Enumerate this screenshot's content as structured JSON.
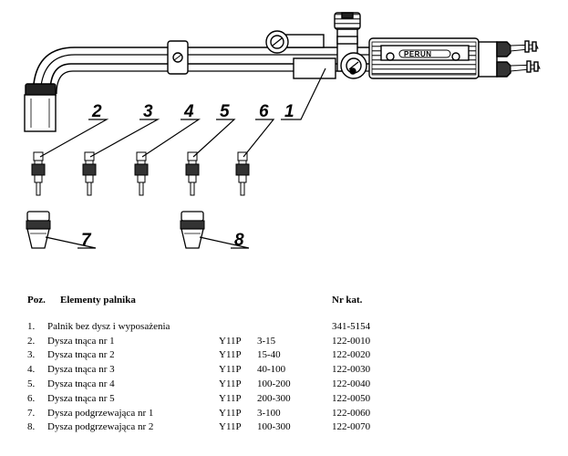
{
  "drawing": {
    "brand_label": "PERUN",
    "callouts": [
      "1",
      "2",
      "3",
      "4",
      "5",
      "6",
      "7",
      "8"
    ]
  },
  "table": {
    "headers": {
      "pos": "Poz.",
      "name": "Elementy palnika",
      "cat": "Nr kat."
    },
    "rows": [
      {
        "pos": "1.",
        "name": "Palnik  bez dysz i wyposażenia",
        "code": "",
        "range": "",
        "cat": "341-5154"
      },
      {
        "pos": "2.",
        "name": "Dysza tnąca nr 1",
        "code": "Y11P",
        "range": "3-15",
        "cat": "122-0010"
      },
      {
        "pos": "3.",
        "name": "Dysza tnąca nr 2",
        "code": "Y11P",
        "range": "15-40",
        "cat": "122-0020"
      },
      {
        "pos": "4.",
        "name": "Dysza tnąca nr 3",
        "code": "Y11P",
        "range": "40-100",
        "cat": "122-0030"
      },
      {
        "pos": "5.",
        "name": "Dysza tnąca nr 4",
        "code": "Y11P",
        "range": "100-200",
        "cat": "122-0040"
      },
      {
        "pos": "6.",
        "name": "Dysza tnąca nr 5",
        "code": "Y11P",
        "range": "200-300",
        "cat": "122-0050"
      },
      {
        "pos": "7.",
        "name": "Dysza podgrzewająca nr 1",
        "code": "Y11P",
        "range": "3-100",
        "cat": "122-0060"
      },
      {
        "pos": "8.",
        "name": "Dysza podgrzewająca nr 2",
        "code": "Y11P",
        "range": "100-300",
        "cat": "122-0070"
      }
    ]
  }
}
